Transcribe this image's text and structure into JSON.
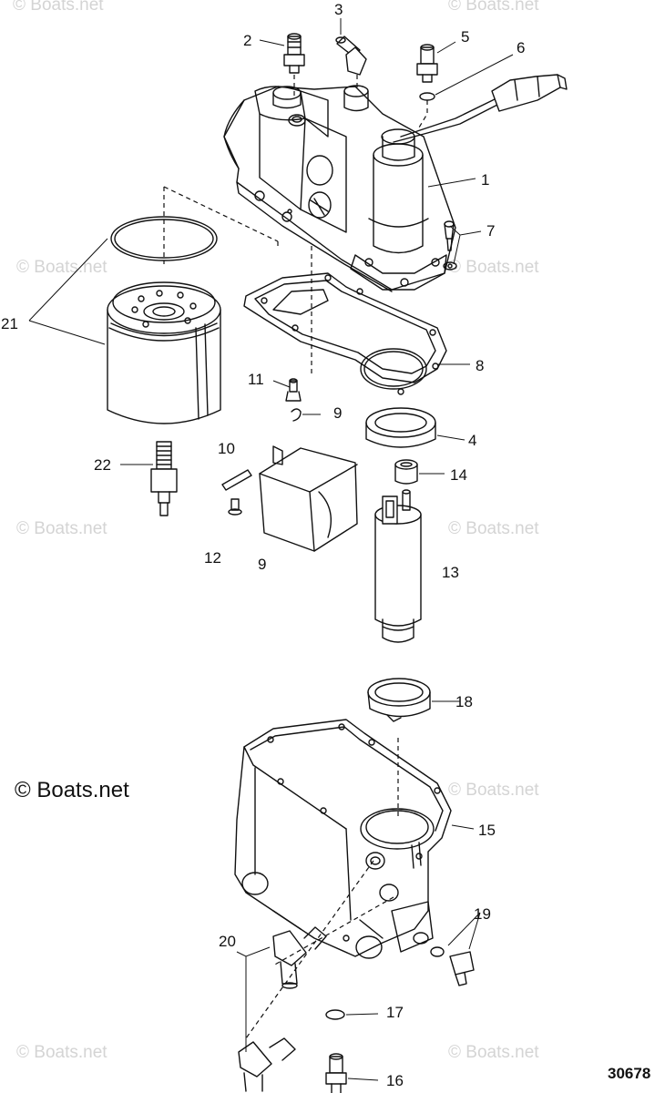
{
  "watermark": "© Boats.net",
  "copyright": "© Boats.net",
  "figure_number": "30678",
  "callouts": {
    "c1": "1",
    "c2": "2",
    "c3": "3",
    "c4": "4",
    "c5": "5",
    "c6": "6",
    "c7": "7",
    "c8": "8",
    "c9a": "9",
    "c9b": "9",
    "c10": "10",
    "c11": "11",
    "c12": "12",
    "c13": "13",
    "c14": "14",
    "c15": "15",
    "c16": "16",
    "c17": "17",
    "c18": "18",
    "c19": "19",
    "c20": "20",
    "c21": "21",
    "c22": "22"
  }
}
